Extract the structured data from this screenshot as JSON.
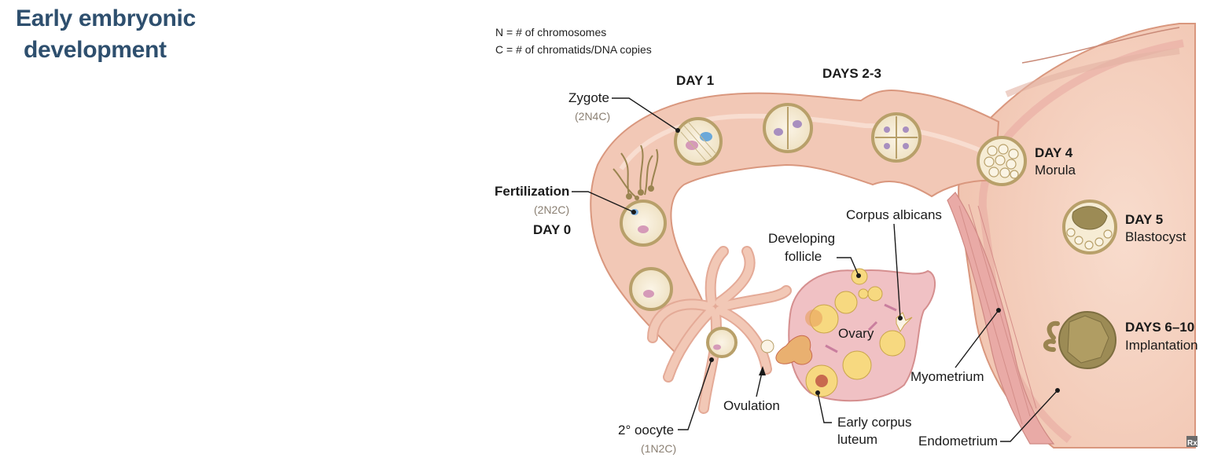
{
  "title": {
    "line1": "Early embryonic",
    "line2": "development"
  },
  "legend": {
    "n": "N = # of chromosomes",
    "c": "C = # of chromatids/DNA copies"
  },
  "labels": {
    "day1": "DAY 1",
    "days23": "DAYS 2-3",
    "zygote": "Zygote",
    "zygote_sub": "(2N4C)",
    "fertilization": "Fertilization",
    "fertilization_sub": "(2N2C)",
    "day0": "DAY 0",
    "day4": "DAY 4",
    "morula": "Morula",
    "day5": "DAY 5",
    "blastocyst": "Blastocyst",
    "days610": "DAYS 6–10",
    "implantation": "Implantation",
    "corpus_albicans": "Corpus albicans",
    "developing": "Developing",
    "follicle": "follicle",
    "ovary": "Ovary",
    "ovulation": "Ovulation",
    "early_corpus": "Early corpus",
    "luteum": "luteum",
    "myometrium": "Myometrium",
    "endometrium": "Endometrium",
    "oocyte": "2° oocyte",
    "oocyte_sub": "(1N2C)",
    "logo": "Rx"
  },
  "colors": {
    "tube": "#f2c8b6",
    "tube_stroke": "#d9977e",
    "uterus": "#f5d3c3",
    "myometrium": "#e8a9a4",
    "cell_ring": "#b8a06a",
    "ovary": "#f0c1c4",
    "follicle": "#f7d980",
    "title": "#2e4f6e"
  }
}
